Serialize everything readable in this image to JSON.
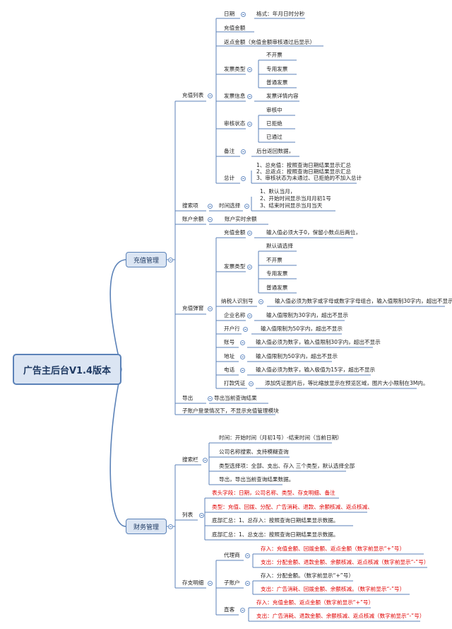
{
  "root": "广告主后台V1.4版本",
  "branch1": {
    "title": "充值管理",
    "recharge_list": {
      "label": "充值列表",
      "date": "日期",
      "date_note": "格式：年月日时分秒",
      "amount": "充值金额",
      "rebate": "返点金额（充值金额审核通过后显示）",
      "invoice_type": "发票类型",
      "invoice_opts": [
        "不开票",
        "专用发票",
        "普通发票"
      ],
      "invoice_info": "发票信息",
      "invoice_info_note": "发票详情内容",
      "audit": "审核状态",
      "audit_opts": [
        "审核中",
        "已拒绝",
        "已通过"
      ],
      "remark": "备注",
      "remark_note": "后台返回数据，",
      "total": "总计",
      "total_notes": [
        "1、总充值：按照查询日期结果显示汇总",
        "2、总返点：按照查询日期结果显示汇总",
        "3、审核状态为未通过、已拒绝的不加入总计"
      ]
    },
    "search": {
      "label": "搜索项",
      "time": "时间选择",
      "time_notes": [
        "1、默认当月，",
        "2、开始时间显示当月月初1号",
        "3、结束时间显示当月当天"
      ]
    },
    "balance": {
      "label": "账户余额",
      "note": "账户实时余额"
    },
    "popup": {
      "label": "充值弹窗",
      "amount": "充值金额",
      "amount_note": "输入值必须大于0，保留小数点后两位，",
      "invoice_type": "发票类型",
      "invoice_opts": [
        "默认请选择",
        "不开票",
        "专用发票",
        "普通发票"
      ],
      "taxid": "纳税人识别号",
      "taxid_note": "输入值必须为数字或字母或数字字母组合，输入值限制30字内，超出不显示",
      "company": "企业名称",
      "company_note": "输入值限制为30字内，超出不显示",
      "bank": "开户行",
      "bank_note": "输入值限制为50字内，超出不显示",
      "account": "账号",
      "account_note": "输入值必须为数字，输入值限制30字内，超出不显示",
      "address": "地址",
      "address_note": "输入值限制为50字内，超出不显示",
      "phone": "电话",
      "phone_note": "输入值必须为数字，输入极值为15字，超出不显示",
      "voucher": "打款凭证",
      "voucher_note": "添加凭证图片后，等比缩放显示在预览区域，图片大小限制在3M内。"
    },
    "export": {
      "label": "导出",
      "note": "导出当前查询结果"
    },
    "sub": "子账户登录情况下，不显示充值管理模块"
  },
  "branch2": {
    "title": "财务管理",
    "search": {
      "label": "搜索栏",
      "items": [
        "时间：开始时间（月初1号）-结束时间（当前日期）",
        "公司名称搜索、支持模糊查询",
        "类型选择项：全部、支出、存入 三个类型，默认选择全部",
        "导出，导出当前查询结果数据。"
      ]
    },
    "list": {
      "label": "列表",
      "header": "表头字段：日期，公司名称、类型、存支明细、备注",
      "types": "类型：充值、回拨、分配、广告消耗、退款、余额核减、返点核减、",
      "sum_in": "底部汇总：1、总存入：按照查询日期结果显示数据。",
      "sum_out": "底部汇总：1、总支出：按照查询日期结果显示数据。"
    },
    "detail": {
      "label": "存支明细",
      "agent": "代理商",
      "agent_in": "存入：充值金额、回拨金额、返点金额（数字前显示“+”号）",
      "agent_out": "支出：分配金额、退款金额、余额核减、返点核减（数字前显示“-”号）",
      "subacct": "子账户",
      "sub_in": "存入：分配金额。（数字前显示“+”号）",
      "sub_out": "支出：广告消耗、回拨金额、余额核减。（数字前显示“-”号）",
      "direct": "直客",
      "direct_in": "存入：充值金额、返点金额（数字前显示“+”号）",
      "direct_out": "支出：广告消耗、退款金额、余额核减、返点核减（数字前显示“-”号）"
    }
  },
  "colors": {
    "line": "#5b82b8",
    "node_fill": "#dbe5f3",
    "red": "#e00000"
  }
}
